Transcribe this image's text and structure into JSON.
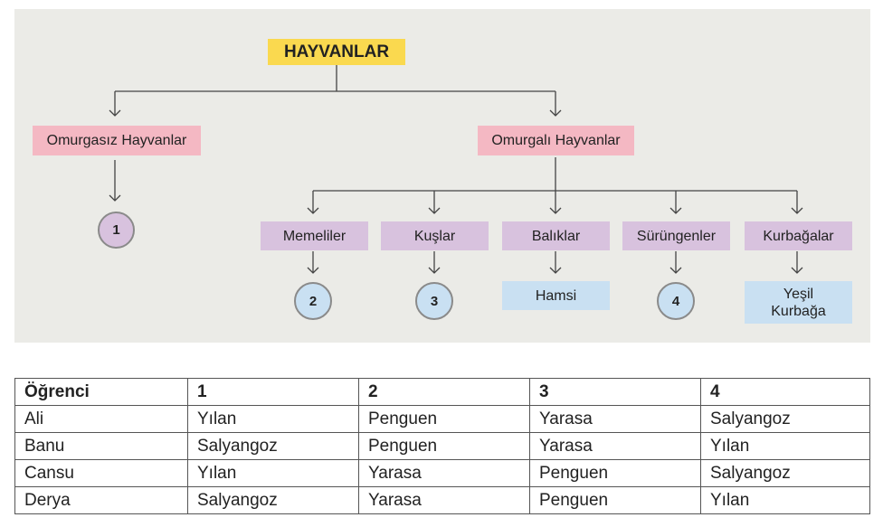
{
  "diagram": {
    "root": "HAYVANLAR",
    "invertebrates": "Omurgasız Hayvanlar",
    "vertebrates": "Omurgalı Hayvanlar",
    "classes": {
      "mammals": "Memeliler",
      "birds": "Kuşlar",
      "fish": "Balıklar",
      "reptiles": "Sürüngenler",
      "amphibians": "Kurbağalar"
    },
    "examples": {
      "fish": "Hamsi",
      "amphibians": "Yeşil Kurbağa"
    },
    "blanks": [
      "1",
      "2",
      "3",
      "4"
    ]
  },
  "table": {
    "headers": [
      "Öğrenci",
      "1",
      "2",
      "3",
      "4"
    ],
    "rows": [
      [
        "Ali",
        "Yılan",
        "Penguen",
        "Yarasa",
        "Salyangoz"
      ],
      [
        "Banu",
        "Salyangoz",
        "Penguen",
        "Yarasa",
        "Yılan"
      ],
      [
        "Cansu",
        "Yılan",
        "Yarasa",
        "Penguen",
        "Salyangoz"
      ],
      [
        "Derya",
        "Salyangoz",
        "Yarasa",
        "Penguen",
        "Yılan"
      ]
    ]
  },
  "colors": {
    "root": "#fad94f",
    "group": "#f4b8c3",
    "class": "#d8c2de",
    "example": "#c9e0f2",
    "background": "#ebebe7"
  }
}
